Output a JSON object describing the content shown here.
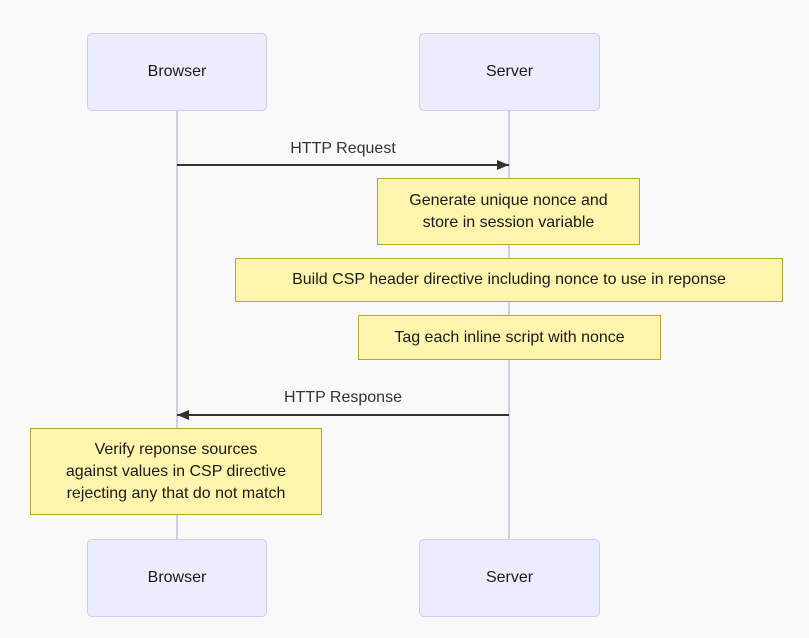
{
  "diagram": {
    "type": "sequence",
    "actors": [
      {
        "label": "Browser"
      },
      {
        "label": "Server"
      }
    ],
    "messages": [
      {
        "label": "HTTP Request",
        "from": "Browser",
        "to": "Server",
        "direction": "right"
      },
      {
        "label": "HTTP Response",
        "from": "Server",
        "to": "Browser",
        "direction": "left"
      }
    ],
    "notes": [
      {
        "over": "Server",
        "text": "Generate unique nonce and\nstore in session variable"
      },
      {
        "over": "Server",
        "text": "Build CSP header directive including nonce to use in reponse"
      },
      {
        "over": "Server",
        "text": "Tag each inline script with nonce"
      },
      {
        "over": "Browser",
        "text": "Verify reponse sources\nagainst values in CSP directive\nrejecting any that do not match"
      }
    ],
    "colors": {
      "background": "#f9f9f9",
      "actorFill": "#ececff",
      "actorBorder": "#d0ccf0",
      "noteFill": "#fff5ad",
      "noteBorder": "#aaaa33",
      "lifeline": "#d5ccec",
      "message": "#333333",
      "text": "#1a1a1a"
    }
  }
}
